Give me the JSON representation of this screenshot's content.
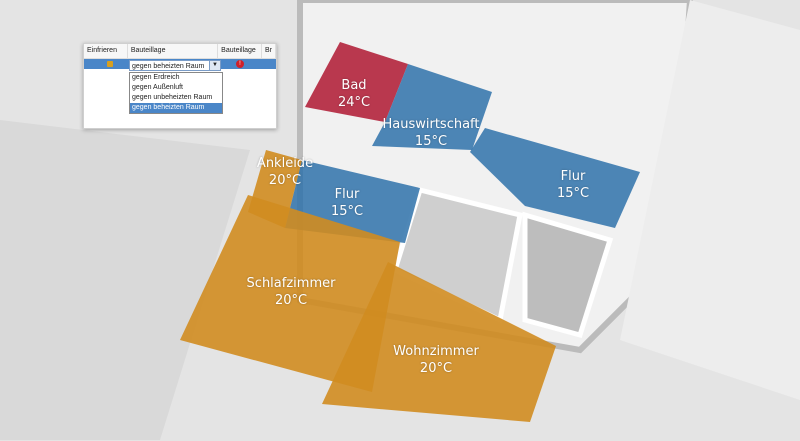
{
  "rooms": [
    {
      "name": "Bad",
      "temp": "24°C",
      "color": "#b2243c"
    },
    {
      "name": "Hauswirtschaft",
      "temp": "15°C",
      "color": "#2f72aa"
    },
    {
      "name": "Flur",
      "temp": "15°C",
      "color": "#2f72aa"
    },
    {
      "name": "Flur",
      "temp": "15°C",
      "color": "#2f72aa"
    },
    {
      "name": "Ankleide",
      "temp": "20°C",
      "color": "#d08c20"
    },
    {
      "name": "Schlafzimmer",
      "temp": "20°C",
      "color": "#d08c20"
    },
    {
      "name": "Wohnzimmer",
      "temp": "20°C",
      "color": "#d08c20"
    }
  ],
  "inset": {
    "columns": [
      "Einfrieren",
      "Bauteillage",
      "Bauteillage",
      "Br"
    ],
    "selected_value": "gegen beheizten Raum",
    "error_icon": "!",
    "options": [
      "gegen Erdreich",
      "gegen Außenluft",
      "gegen unbeheizten Raum",
      "gegen beheizten Raum"
    ]
  }
}
